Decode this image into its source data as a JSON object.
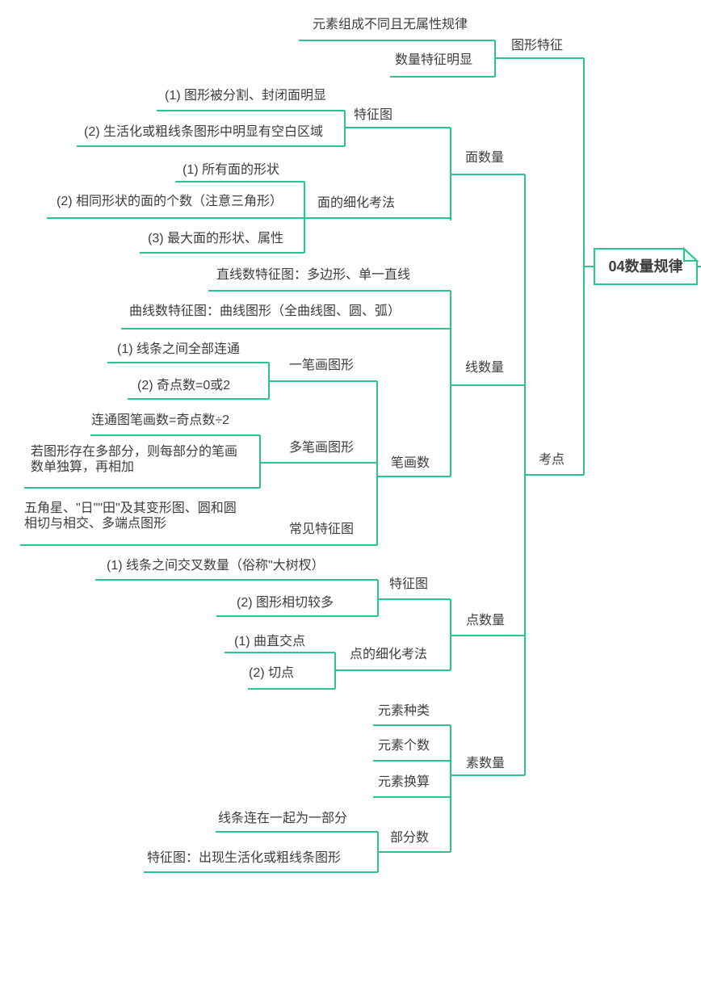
{
  "colors": {
    "line": "#2bc48e",
    "text": "#3d3d3d",
    "background": "#ffffff",
    "fold_fill": "#eafaf3"
  },
  "mindmap": {
    "label": "04数量规律",
    "children": [
      {
        "label": "图形特征",
        "children": [
          {
            "label": "元素组成不同且无属性规律"
          },
          {
            "label": "数量特征明显"
          }
        ]
      },
      {
        "label": "考点",
        "children": [
          {
            "label": "面数量",
            "children": [
              {
                "label": "特征图",
                "children": [
                  {
                    "label": "(1) 图形被分割、封闭面明显"
                  },
                  {
                    "label": "(2) 生活化或粗线条图形中明显有空白区域"
                  }
                ]
              },
              {
                "label": "面的细化考法",
                "children": [
                  {
                    "label": "(1) 所有面的形状"
                  },
                  {
                    "label": "(2) 相同形状的面的个数（注意三角形）"
                  },
                  {
                    "label": "(3) 最大面的形状、属性"
                  }
                ]
              }
            ]
          },
          {
            "label": "线数量",
            "children": [
              {
                "label": "直线数特征图：多边形、单一直线"
              },
              {
                "label": "曲线数特征图：曲线图形（全曲线图、圆、弧）"
              },
              {
                "label": "笔画数",
                "children": [
                  {
                    "label": "一笔画图形",
                    "children": [
                      {
                        "label": "(1) 线条之间全部连通"
                      },
                      {
                        "label": "(2) 奇点数=0或2"
                      }
                    ]
                  },
                  {
                    "label": "多笔画图形",
                    "children": [
                      {
                        "label": "连通图笔画数=奇点数÷2"
                      },
                      {
                        "label": "若图形存在多部分，则每部分的笔画\n数单独算，再相加"
                      }
                    ]
                  },
                  {
                    "label": "常见特征图",
                    "children": [
                      {
                        "label": "五角星、\"日\"\"田\"及其变形图、圆和圆\n相切与相交、多端点图形"
                      }
                    ]
                  }
                ]
              }
            ]
          },
          {
            "label": "点数量",
            "children": [
              {
                "label": "特征图",
                "children": [
                  {
                    "label": "(1) 线条之间交叉数量（俗称\"大树杈）"
                  },
                  {
                    "label": "(2) 图形相切较多"
                  }
                ]
              },
              {
                "label": "点的细化考法",
                "children": [
                  {
                    "label": "(1) 曲直交点"
                  },
                  {
                    "label": "(2) 切点"
                  }
                ]
              }
            ]
          },
          {
            "label": "素数量",
            "children": [
              {
                "label": "元素种类"
              },
              {
                "label": "元素个数"
              },
              {
                "label": "元素换算"
              }
            ]
          },
          {
            "label": "部分数",
            "children": [
              {
                "label": "线条连在一起为一部分"
              },
              {
                "label": "特征图：出现生活化或粗线条图形"
              }
            ]
          }
        ]
      }
    ]
  }
}
